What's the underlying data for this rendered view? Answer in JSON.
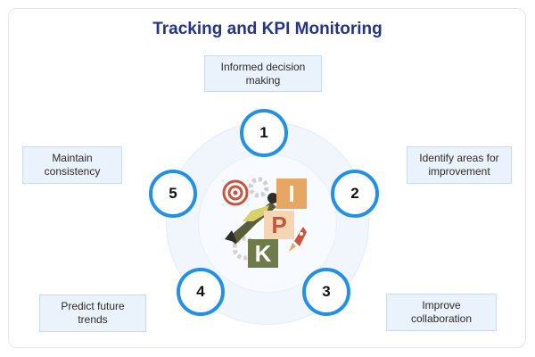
{
  "title": "Tracking and KPI Monitoring",
  "steps": [
    {
      "number": "1",
      "label": "Informed decision making"
    },
    {
      "number": "2",
      "label": "Identify areas for improvement"
    },
    {
      "number": "3",
      "label": "Improve collaboration"
    },
    {
      "number": "4",
      "label": "Predict future trends"
    },
    {
      "number": "5",
      "label": "Maintain consistency"
    }
  ],
  "illustration": {
    "letters": [
      "I",
      "P",
      "K"
    ],
    "colors": {
      "I": "#e6a763",
      "P": "#f4d6b4",
      "K": "#707b4a"
    },
    "icons": [
      "target-icon",
      "rocket-icon",
      "person-icon",
      "gear-icon"
    ]
  },
  "colors": {
    "accent": "#2490e4",
    "title": "#253483",
    "box_fill": "#eaf2fb",
    "box_border": "#c9dbef"
  }
}
